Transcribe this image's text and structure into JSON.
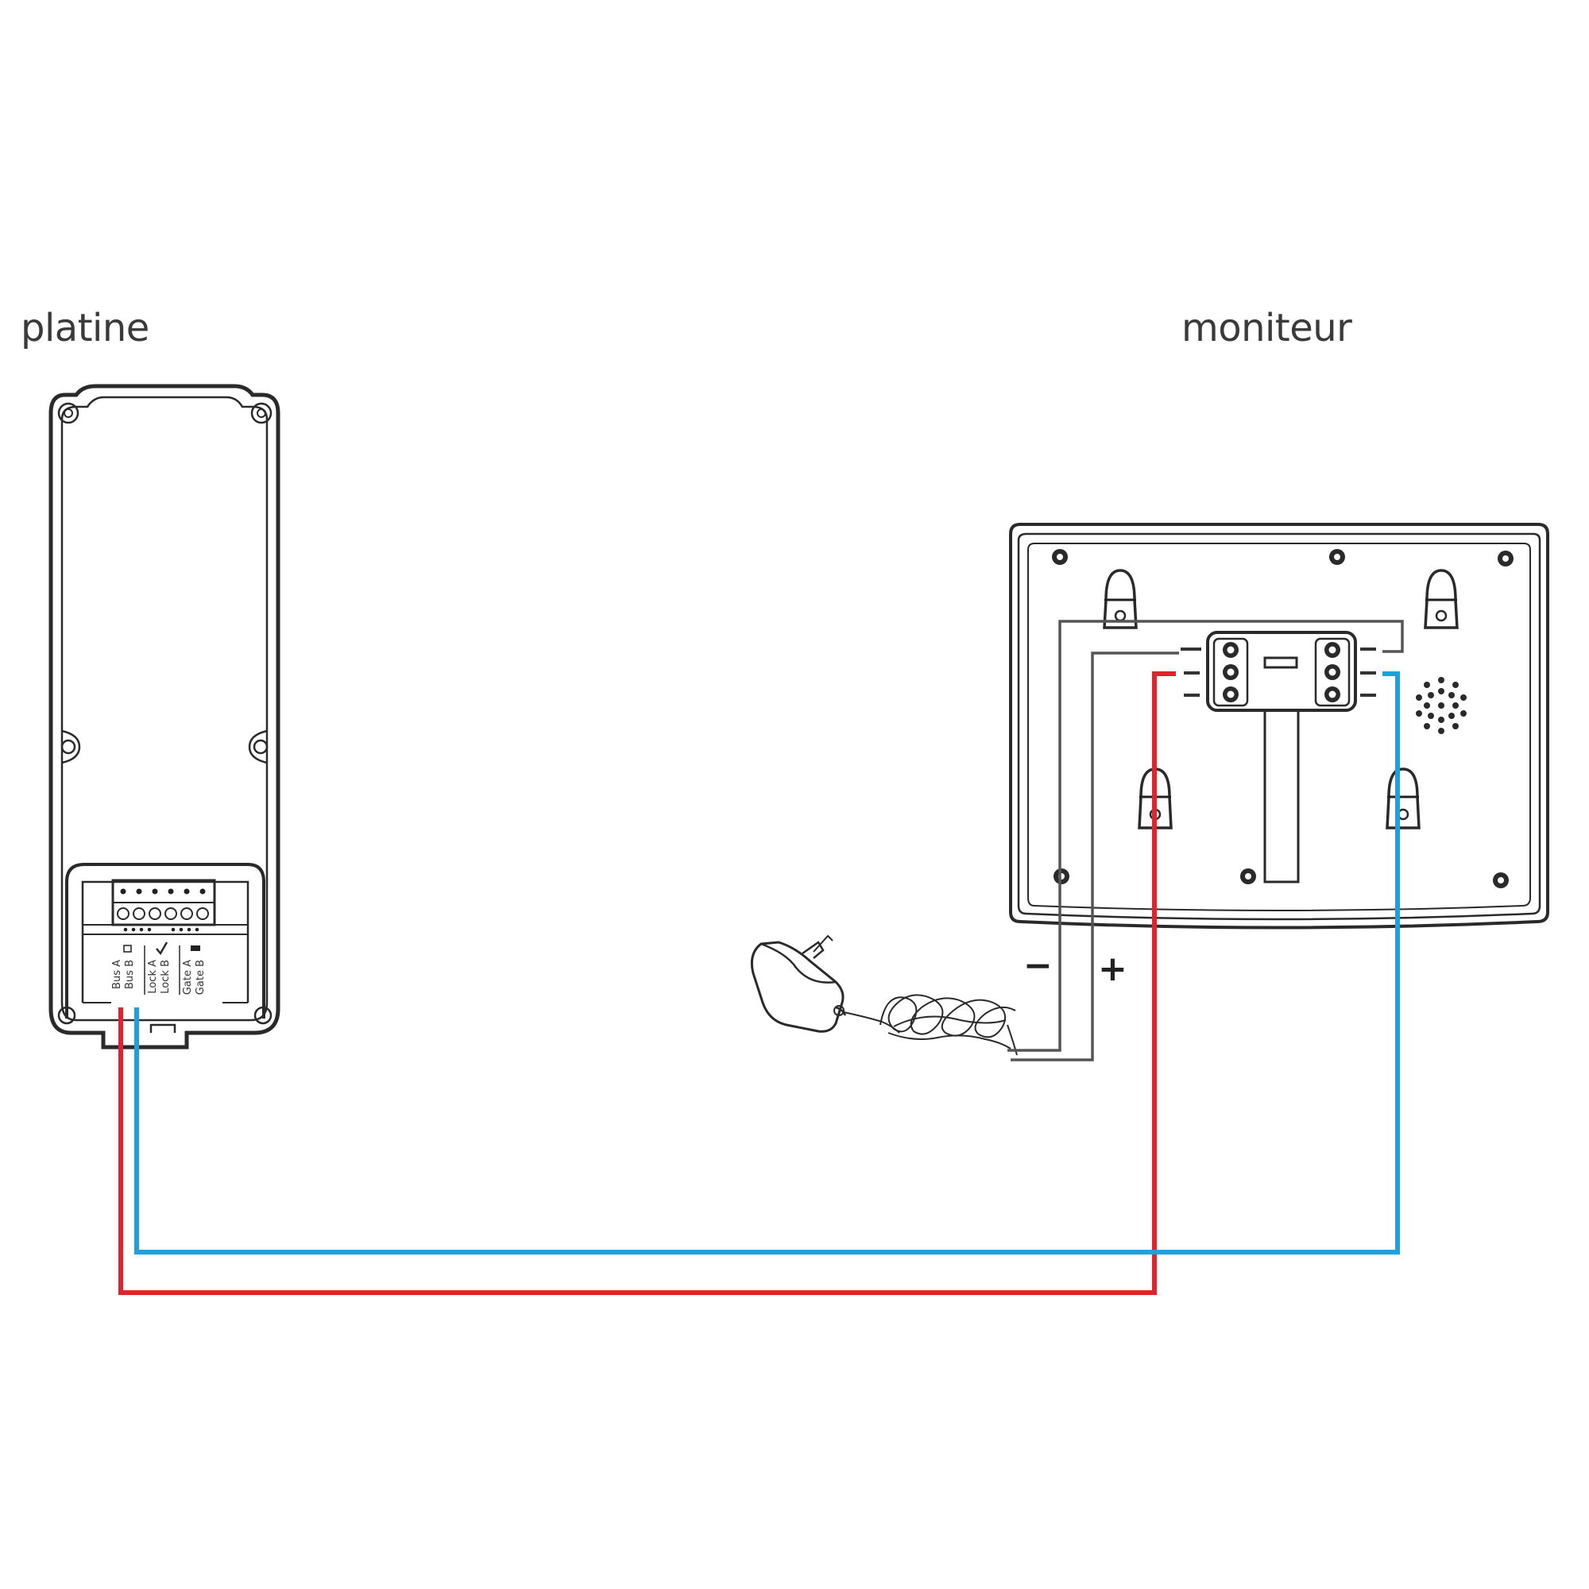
{
  "labels": {
    "platine": "platine",
    "moniteur": "moniteur"
  },
  "platine_terminals": [
    "Bus A",
    "Bus B",
    "Lock A",
    "Lock B",
    "Gate A",
    "Gate B"
  ],
  "power_signs": {
    "minus": "−",
    "plus": "+"
  },
  "wire_colors": {
    "bus_a": "#e0232e",
    "bus_b": "#1ea0dc",
    "power": "#555555"
  }
}
